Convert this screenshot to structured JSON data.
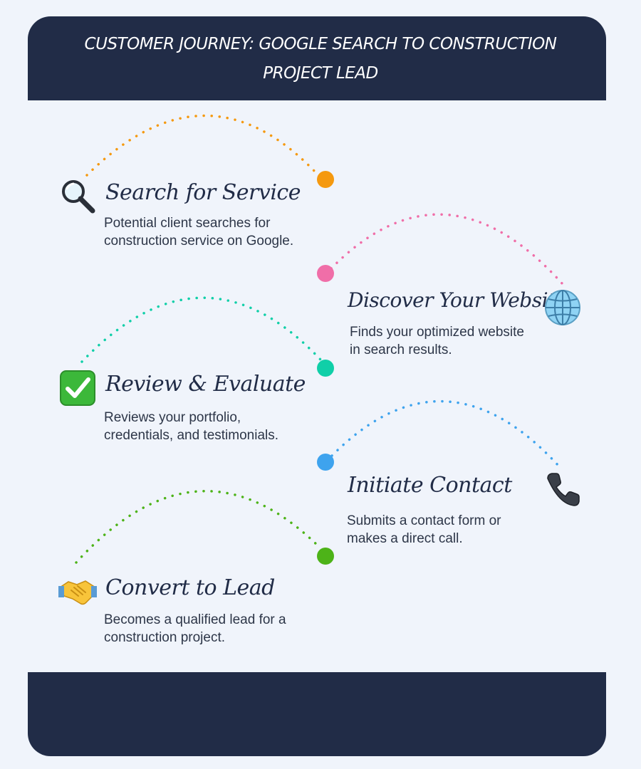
{
  "title": "Customer Journey: Google Search to Construction Project Lead",
  "steps": [
    {
      "title": "Search for Service",
      "desc": "Potential client searches for construction service on Google.",
      "icon": "magnifying-glass-icon",
      "color": "#f5990f"
    },
    {
      "title": "Discover Your Website",
      "desc": "Finds your optimized website in search results.",
      "icon": "globe-icon",
      "color": "#f06ea8"
    },
    {
      "title": "Review & Evaluate",
      "desc": "Reviews your portfolio, credentials, and testimonials.",
      "icon": "check-mark-icon",
      "color": "#10cfa8"
    },
    {
      "title": "Initiate Contact",
      "desc": "Submits a contact form or makes a direct call.",
      "icon": "phone-icon",
      "color": "#3ea3ee"
    },
    {
      "title": "Convert to Lead",
      "desc": "Becomes a qualified lead for a construction project.",
      "icon": "handshake-icon",
      "color": "#4db318"
    }
  ],
  "colors": {
    "header_bg": "#212c47",
    "page_bg": "#f0f4fb",
    "text": "#212c47"
  }
}
